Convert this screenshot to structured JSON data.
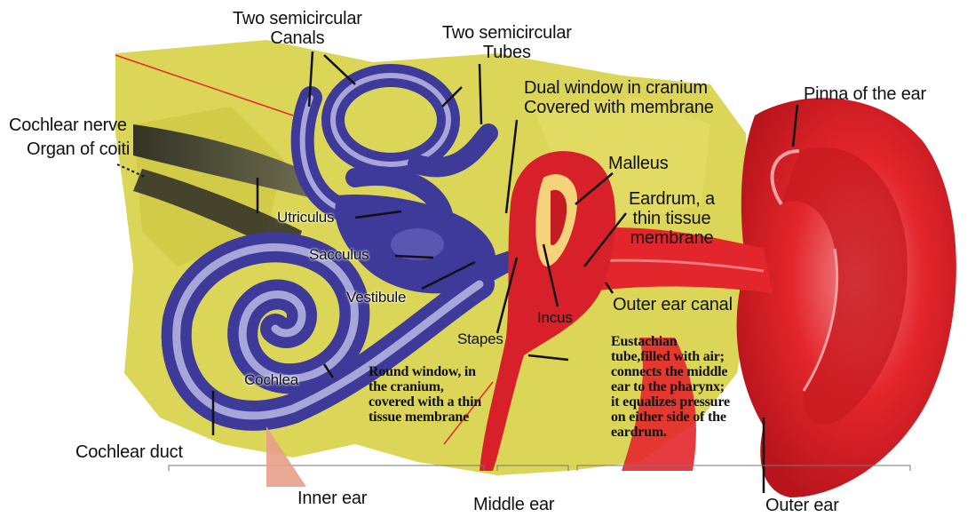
{
  "labels": {
    "two_semicircular_canals": "Two semicircular\nCanals",
    "two_semicircular_tubes": "Two semicircular\nTubes",
    "dual_window": "Dual  window in cranium\nCovered with membrane",
    "pinna": "Pinna of the ear",
    "cochlear_nerve": "Cochlear nerve",
    "organ_of_corti": "Organ of coiti",
    "malleus": "Malleus",
    "eardrum": "Eardrum, a\nthin tissue\nmembrane",
    "utriculus": "Utriculus",
    "sacculus": "Sacculus",
    "vestibule": "Vestibule",
    "outer_ear_canal": "Outer ear canal",
    "incus": "Incus",
    "stapes": "Stapes",
    "eustachian_tube": "Eustachian tube,filled with air; connects the middle ear to the pharynx; it equalizes pressure on either side of the eardrum.",
    "round_window": "Round window, in the cranium, covered with a thin tissue membrane",
    "cochlea": "Cochlea",
    "cochlear_duct": "Cochlear duct",
    "inner_ear": "Inner ear",
    "middle_ear": "Middle ear",
    "outer_ear": "Outer ear"
  },
  "colors": {
    "background_tissue": "#d9d24a",
    "inner_ear_blue": "#3e3a9a",
    "inner_ear_light": "#a7a6d8",
    "ear_red": "#e3262b",
    "ear_dark": "#b8141c",
    "nerve_dark": "#3c3a34"
  }
}
